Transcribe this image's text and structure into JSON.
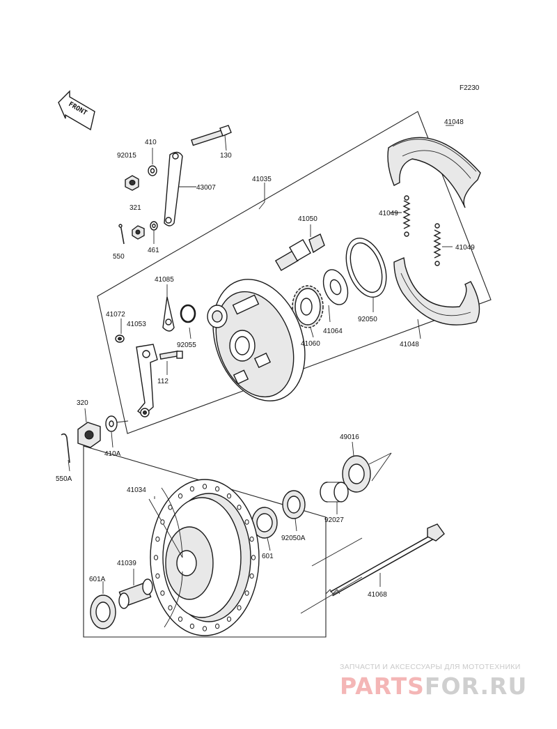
{
  "diagram_code": "F2230",
  "front_label": "FRONT",
  "parts": {
    "p41048_top": "41048",
    "p41048_bottom": "41048",
    "p41049_a": "41049",
    "p41049_b": "41049",
    "p41050": "41050",
    "p41035": "41035",
    "p130": "130",
    "p410": "410",
    "p92015": "92015",
    "p43007": "43007",
    "p321": "321",
    "p550": "550",
    "p461": "461",
    "p41085": "41085",
    "p41072": "41072",
    "p41053": "41053",
    "p92055": "92055",
    "p112": "112",
    "p41064": "41064",
    "p41060": "41060",
    "p92050": "92050",
    "p320": "320",
    "p410A": "410A",
    "p550A": "550A",
    "p49016": "49016",
    "p41034": "41034",
    "p92027": "92027",
    "p92050A": "92050A",
    "p601": "601",
    "p41039": "41039",
    "p601A": "601A",
    "p41068": "41068"
  },
  "watermark": {
    "tagline": "ЗАПЧАСТИ И АКСЕССУАРЫ ДЛЯ МОТОТЕХНИКИ",
    "brand_a": "PARTS",
    "brand_b": "FOR.RU",
    "color_a": "#f4b6b6",
    "color_b": "#cfcfcf"
  }
}
